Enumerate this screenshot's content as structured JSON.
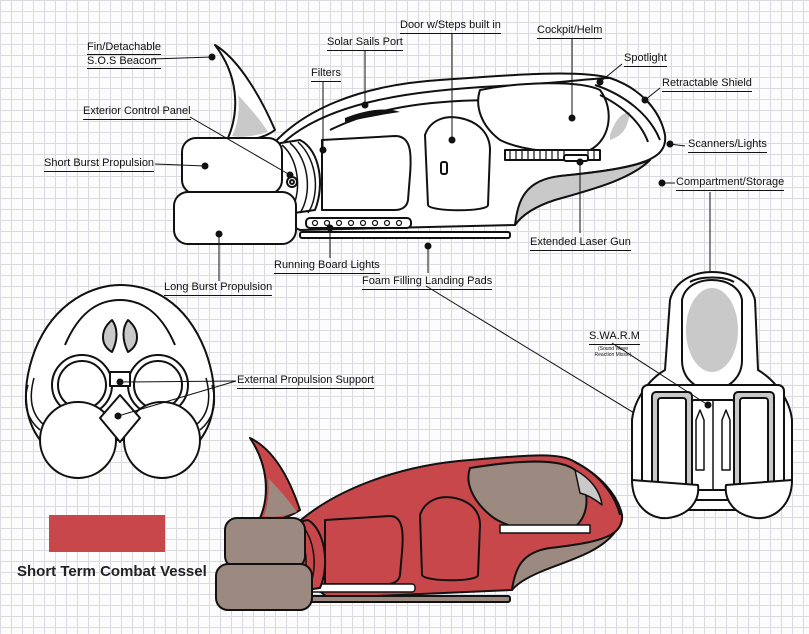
{
  "labels": {
    "fin": [
      "Fin/Detachable",
      "S.O.S Beacon"
    ],
    "solar": "Solar Sails Port",
    "door": "Door w/Steps built in",
    "cockpit": "Cockpit/Helm",
    "spotlight": "Spotlight",
    "shield": "Retractable Shield",
    "filters": "Filters",
    "ext_panel": "Exterior Control Panel",
    "short_burst": "Short Burst Propulsion",
    "scanners": "Scanners/Lights",
    "compartment": "Compartment/Storage",
    "laser": "Extended Laser Gun",
    "running_board": "Running Board Lights",
    "long_burst": "Long Burst Propulsion",
    "foam": "Foam Filling Landing Pads",
    "ext_prop": "External Propulsion Support",
    "swarm": "S.WA.R.M",
    "swarm_sub": [
      "(Sound Wave",
      "Reaction Missle)"
    ]
  },
  "caption": "Short Term Combat Vessel",
  "colors": {
    "vessel_red": "#c8474b",
    "vessel_tan": "#9c8a80",
    "grid": "#d9dbe0",
    "outline": "#111111",
    "shade": "#c9c9c9"
  }
}
